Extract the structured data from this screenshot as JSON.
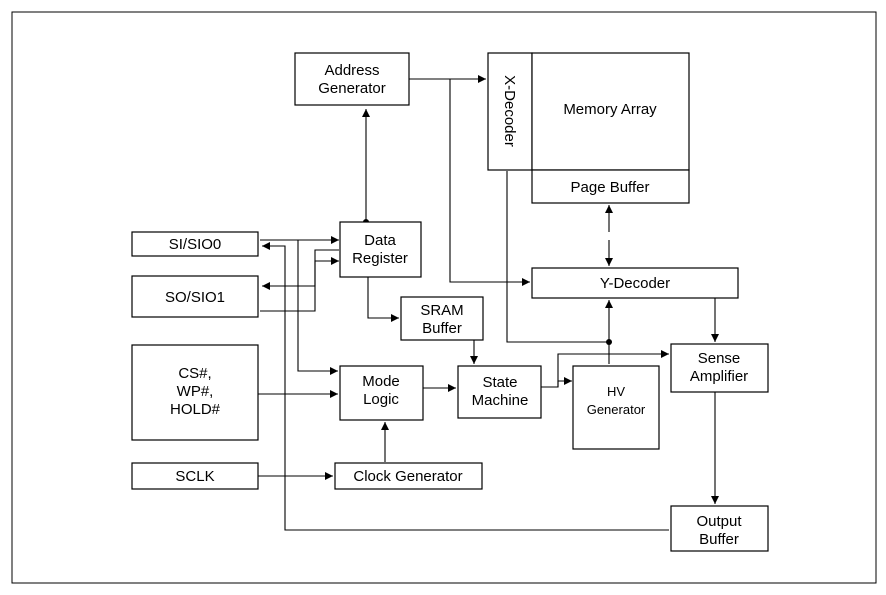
{
  "blocks": {
    "address_generator": [
      "Address",
      "Generator"
    ],
    "x_decoder": "X-Decoder",
    "memory_array": "Memory Array",
    "page_buffer": "Page Buffer",
    "si_sio0": "SI/SIO0",
    "data_register": [
      "Data",
      "Register"
    ],
    "y_decoder": "Y-Decoder",
    "so_sio1": "SO/SIO1",
    "sram_buffer": [
      "SRAM",
      "Buffer"
    ],
    "sense_amplifier": [
      "Sense",
      "Amplifier"
    ],
    "cs_wp_hold": [
      "CS#,",
      "WP#,",
      "HOLD#"
    ],
    "mode_logic": [
      "Mode",
      "Logic"
    ],
    "state_machine": [
      "State",
      "Machine"
    ],
    "hv_generator": [
      "HV",
      "Generator"
    ],
    "sclk": "SCLK",
    "clock_generator": "Clock Generator",
    "output_buffer": [
      "Output",
      "Buffer"
    ]
  }
}
